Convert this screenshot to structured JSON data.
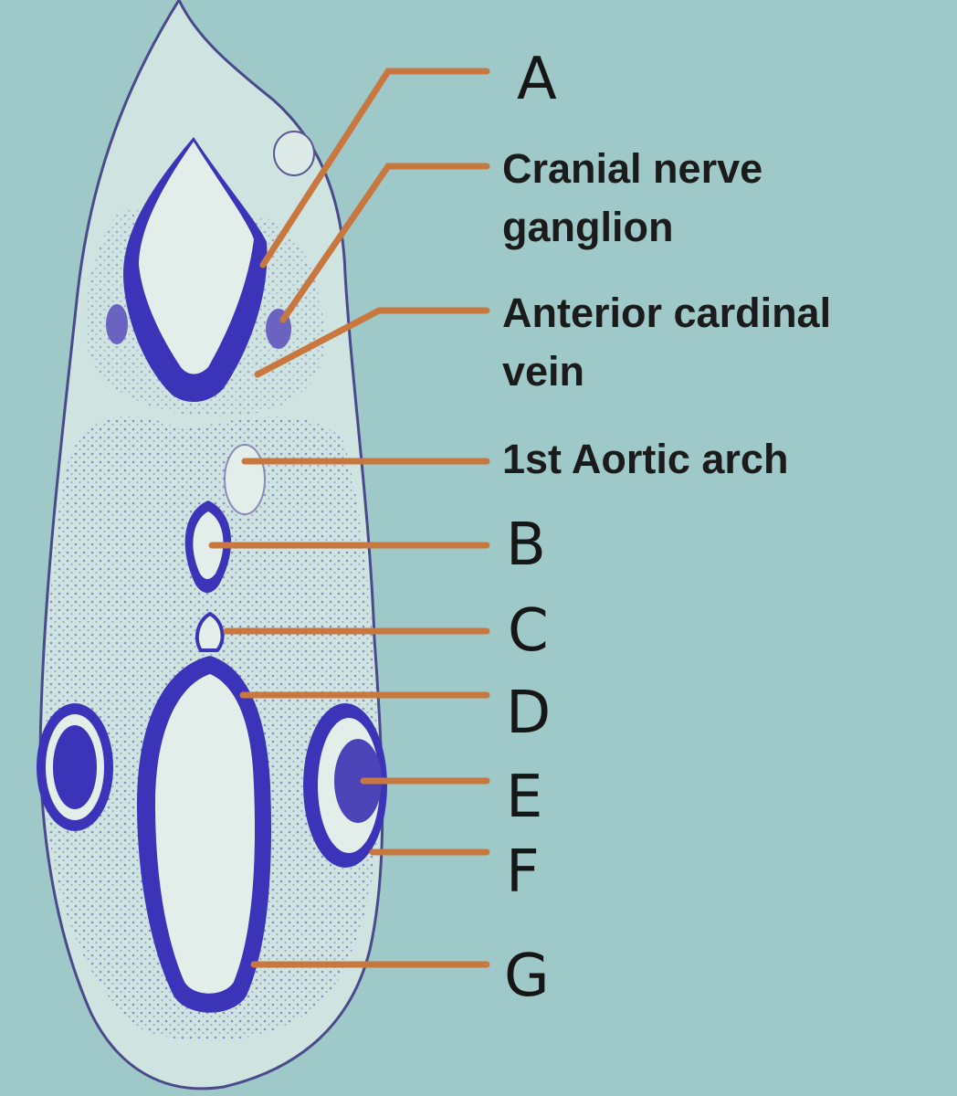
{
  "labels": {
    "a": "A",
    "cranial_nerve_ganglion_line1": "Cranial nerve",
    "cranial_nerve_ganglion_line2": "ganglion",
    "anterior_cardinal_vein_line1": "Anterior cardinal",
    "anterior_cardinal_vein_line2": "vein",
    "first_aortic_arch": "1st Aortic arch",
    "b": "B",
    "c": "C",
    "d": "D",
    "e": "E",
    "f": "F",
    "g": "G"
  },
  "colors": {
    "background": "#9fc9c9",
    "tissue": "#cfe3e1",
    "stain": "#3b34b8",
    "lumen": "#e3eeea",
    "leader_line": "#c8773e",
    "text": "#1b1b1b"
  }
}
